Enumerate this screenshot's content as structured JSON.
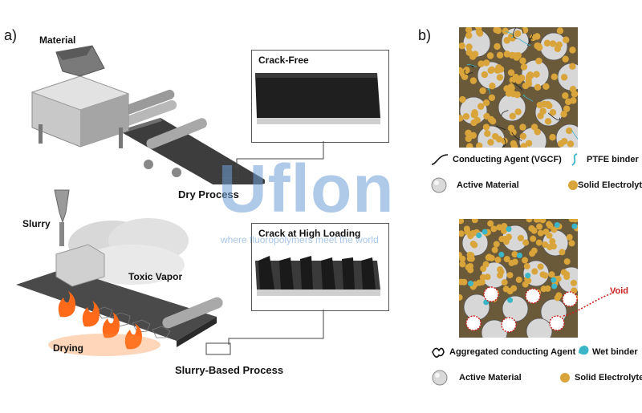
{
  "panel_a": {
    "letter": "a)",
    "dry": {
      "material_label": "Material",
      "process_label": "Dry Process",
      "inset_title": "Crack-Free"
    },
    "slurry": {
      "slurry_label": "Slurry",
      "vapor_label": "Toxic Vapor",
      "drying_label": "Drying",
      "process_label": "Slurry-Based Process",
      "inset_title": "Crack at High Loading"
    }
  },
  "panel_b": {
    "letter": "b)",
    "top_legend": {
      "conducting": "Conducting Agent (VGCF)",
      "binder": "PTFE binder",
      "active": "Active Material",
      "electrolyte": "Solid Electrolyte"
    },
    "bottom_legend": {
      "conducting": "Aggregated conducting Agent",
      "binder": "Wet binder",
      "active": "Active Material",
      "electrolyte": "Solid Electrolyte"
    },
    "void_label": "Void"
  },
  "watermark": {
    "brand": "Uflon",
    "tagline": "where fluoropolymers meet the world"
  },
  "colors": {
    "orange_particle": "#d9a43a",
    "active_grey": "#d9d9d9",
    "binder_cyan": "#3bb5c8",
    "void_red": "#cc1f1f",
    "flame": "#ff6a1a"
  }
}
